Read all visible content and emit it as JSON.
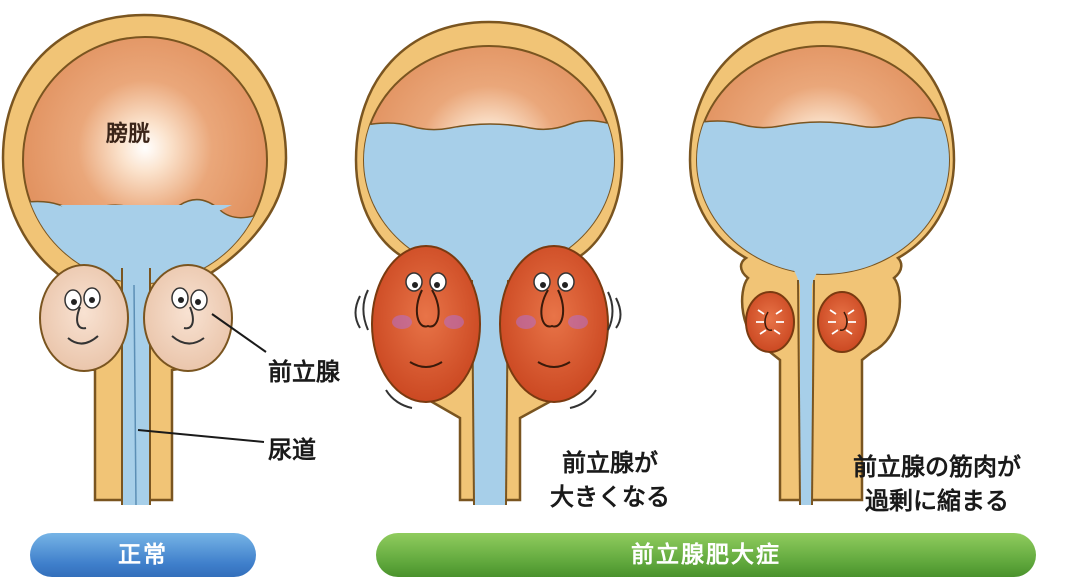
{
  "labels": {
    "bladder": "膀胱",
    "prostate": "前立腺",
    "urethra": "尿道"
  },
  "captions": {
    "enlarged_line1": "前立腺が",
    "enlarged_line2": "大きくなる",
    "muscle_line1": "前立腺の筋肉が",
    "muscle_line2": "過剰に縮まる"
  },
  "pills": {
    "normal": "正常",
    "bph": "前立腺肥大症"
  },
  "colors": {
    "tissue": "#f1c476",
    "tissue_outline": "#7a5520",
    "bladder_wall": "#e29868",
    "urine": "#a7cfe9",
    "normal_prostate": "#f2d3bf",
    "enlarged_prostate": "#d9552b",
    "normal_pill": "#3f7fcb",
    "bph_pill": "#5ea63b"
  }
}
